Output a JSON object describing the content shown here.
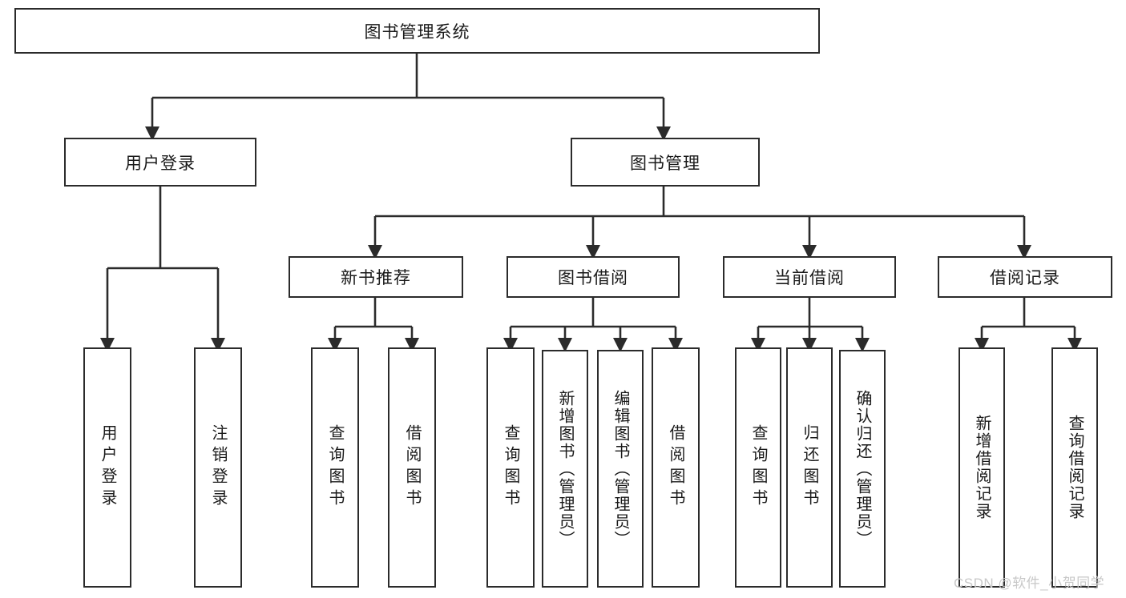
{
  "diagram": {
    "type": "tree",
    "title": "图书管理系统",
    "orientation": "top-down",
    "background_color": "#ffffff",
    "box_border_color": "#2b2b2b",
    "connector_color": "#2b2b2b"
  },
  "root": {
    "label": "图书管理系统"
  },
  "level2": [
    {
      "label": "用户登录"
    },
    {
      "label": "图书管理"
    }
  ],
  "level3": [
    {
      "label": "新书推荐"
    },
    {
      "label": "图书借阅"
    },
    {
      "label": "当前借阅"
    },
    {
      "label": "借阅记录"
    }
  ],
  "leaves": {
    "user_login": [
      {
        "label": "用户登录"
      },
      {
        "label": "注销登录"
      }
    ],
    "new_book_rec": [
      {
        "label": "查询图书"
      },
      {
        "label": "借阅图书"
      }
    ],
    "book_borrow": [
      {
        "label": "查询图书"
      },
      {
        "label": "新增图书（管理员）"
      },
      {
        "label": "编辑图书（管理员）"
      },
      {
        "label": "借阅图书"
      }
    ],
    "current_borrow": [
      {
        "label": "查询图书"
      },
      {
        "label": "归还图书"
      },
      {
        "label": "确认归还（管理员）"
      }
    ],
    "borrow_record": [
      {
        "label": "新增借阅记录"
      },
      {
        "label": "查询借阅记录"
      }
    ]
  },
  "watermark": {
    "text": "CSDN @软件_小贺同学",
    "color": "#c8c8c8"
  }
}
